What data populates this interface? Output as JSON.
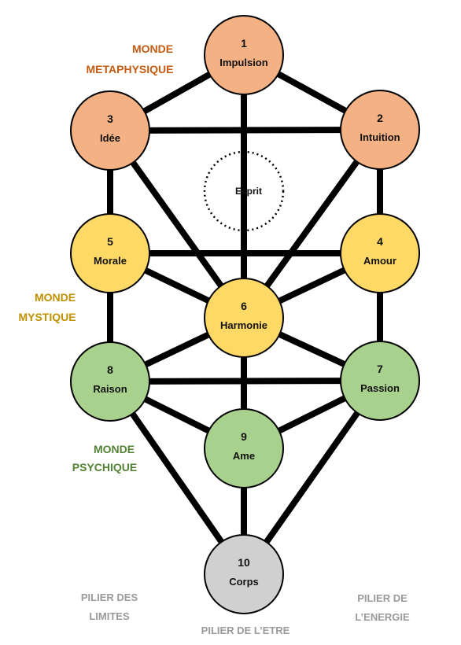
{
  "colors": {
    "line": "#000000",
    "stroke": "#000000",
    "metaphysique": "#f4b183",
    "mystique": "#ffd966",
    "psychique": "#a9d18e",
    "corps": "#d0d0d0",
    "metaphysique_text": "#c55a11",
    "mystique_text": "#bf9000",
    "psychique_text": "#548235",
    "pillar_text": "#9a9a9a"
  },
  "nodes": [
    {
      "id": "1",
      "number": "1",
      "label": "Impulsion",
      "world": "metaphysique"
    },
    {
      "id": "2",
      "number": "2",
      "label": "Intuition",
      "world": "metaphysique"
    },
    {
      "id": "3",
      "number": "3",
      "label": "Idée",
      "world": "metaphysique"
    },
    {
      "id": "4",
      "number": "4",
      "label": "Amour",
      "world": "mystique"
    },
    {
      "id": "5",
      "number": "5",
      "label": "Morale",
      "world": "mystique"
    },
    {
      "id": "6",
      "number": "6",
      "label": "Harmonie",
      "world": "mystique"
    },
    {
      "id": "7",
      "number": "7",
      "label": "Passion",
      "world": "psychique"
    },
    {
      "id": "8",
      "number": "8",
      "label": "Raison",
      "world": "psychique"
    },
    {
      "id": "9",
      "number": "9",
      "label": "Ame",
      "world": "psychique"
    },
    {
      "id": "10",
      "number": "10",
      "label": "Corps",
      "world": "corps"
    }
  ],
  "edges": [
    [
      "1",
      "2"
    ],
    [
      "1",
      "3"
    ],
    [
      "1",
      "6"
    ],
    [
      "2",
      "3"
    ],
    [
      "2",
      "4"
    ],
    [
      "2",
      "6"
    ],
    [
      "3",
      "5"
    ],
    [
      "3",
      "6"
    ],
    [
      "4",
      "5"
    ],
    [
      "4",
      "6"
    ],
    [
      "4",
      "7"
    ],
    [
      "5",
      "6"
    ],
    [
      "5",
      "8"
    ],
    [
      "6",
      "7"
    ],
    [
      "6",
      "8"
    ],
    [
      "6",
      "9"
    ],
    [
      "7",
      "8"
    ],
    [
      "7",
      "9"
    ],
    [
      "7",
      "10"
    ],
    [
      "8",
      "9"
    ],
    [
      "8",
      "10"
    ],
    [
      "9",
      "10"
    ]
  ],
  "spirit": {
    "label": "Esprit"
  },
  "worlds": {
    "metaphysique": {
      "line1": "MONDE",
      "line2": "METAPHYSIQUE"
    },
    "mystique": {
      "line1": "MONDE",
      "line2": "MYSTIQUE"
    },
    "psychique": {
      "line1": "MONDE",
      "line2": "PSYCHIQUE"
    }
  },
  "pillars": {
    "limites": {
      "line1": "PILIER DES",
      "line2": "LIMITES"
    },
    "etre": {
      "line1": "PILIER DE L’ETRE"
    },
    "energie": {
      "line1": "PILIER DE",
      "line2": "L’ENERGIE"
    }
  }
}
